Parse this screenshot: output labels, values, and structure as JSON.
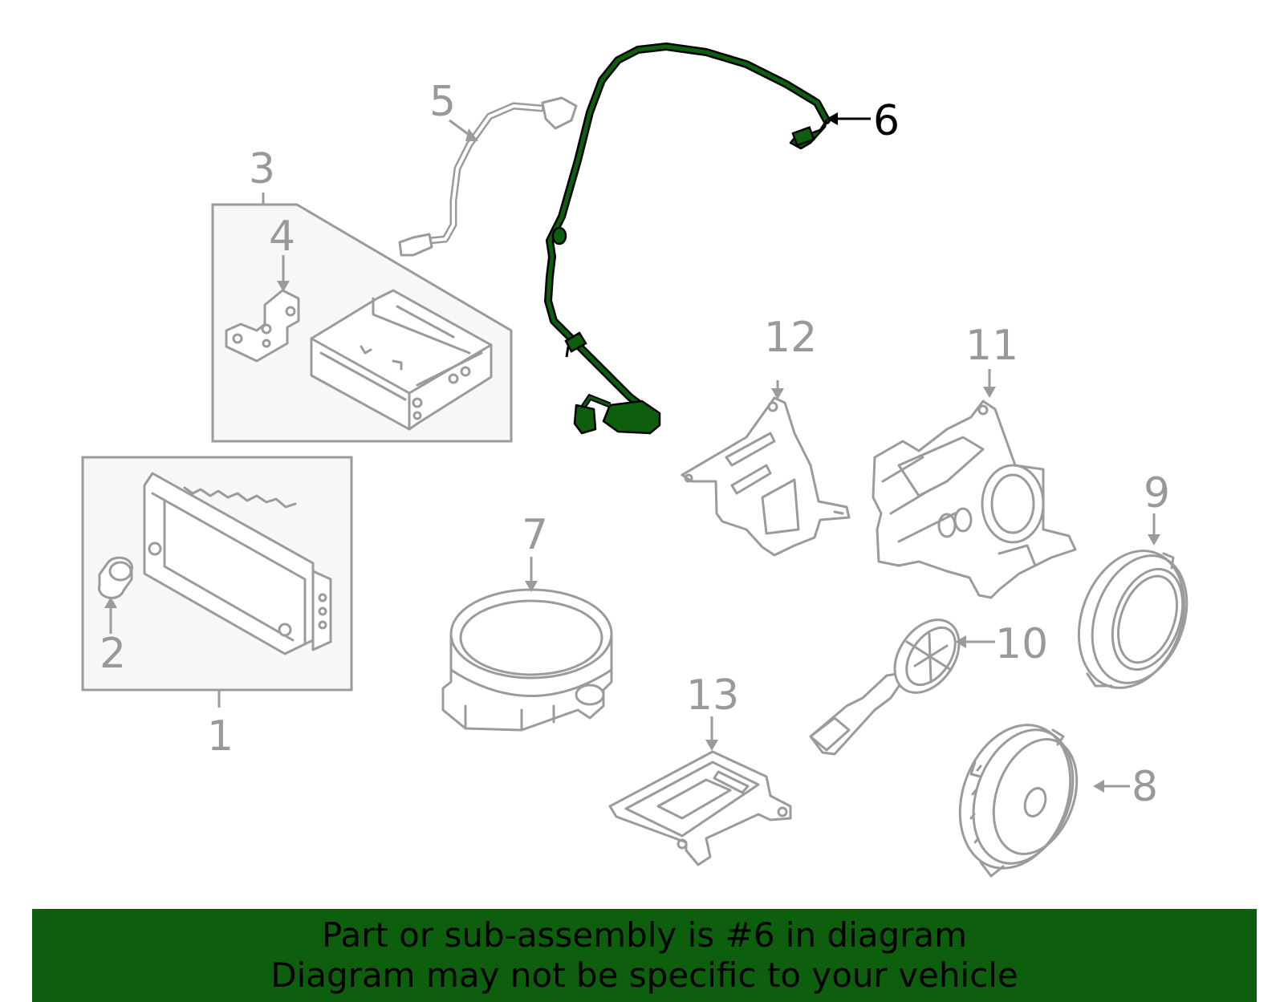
{
  "diagram": {
    "callouts": [
      {
        "id": "1",
        "label": "1"
      },
      {
        "id": "2",
        "label": "2"
      },
      {
        "id": "3",
        "label": "3"
      },
      {
        "id": "4",
        "label": "4"
      },
      {
        "id": "5",
        "label": "5"
      },
      {
        "id": "6",
        "label": "6"
      },
      {
        "id": "7",
        "label": "7"
      },
      {
        "id": "8",
        "label": "8"
      },
      {
        "id": "9",
        "label": "9"
      },
      {
        "id": "10",
        "label": "10"
      },
      {
        "id": "11",
        "label": "11"
      },
      {
        "id": "12",
        "label": "12"
      },
      {
        "id": "13",
        "label": "13"
      }
    ],
    "highlighted_part": "6",
    "colors": {
      "highlight": "#0d5e0d",
      "line": "#9b9b9b",
      "box_fill": "#f7f7f7",
      "banner": "#0d5e0d"
    }
  },
  "banner": {
    "line1": "Part or sub-assembly is #6 in diagram",
    "line2": "Diagram may not be specific to your vehicle"
  }
}
